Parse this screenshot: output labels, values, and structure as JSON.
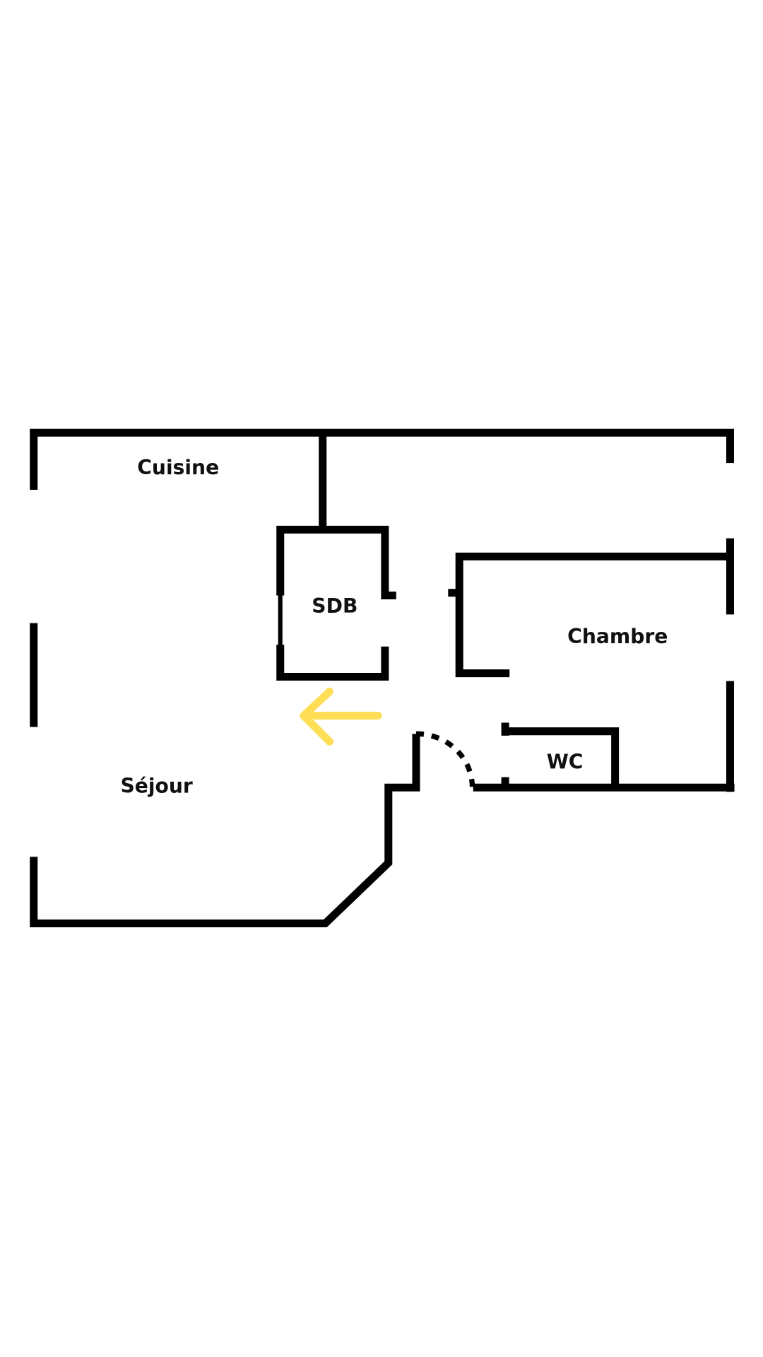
{
  "rooms": {
    "cuisine": "Cuisine",
    "sdb": "SDB",
    "chambre": "Chambre",
    "wc": "WC",
    "sejour": "Séjour"
  },
  "colors": {
    "walls": "#000000",
    "arrow": "#ffdd55",
    "background": "#ffffff"
  },
  "icons": {
    "direction_arrow": "arrow-left-icon"
  }
}
